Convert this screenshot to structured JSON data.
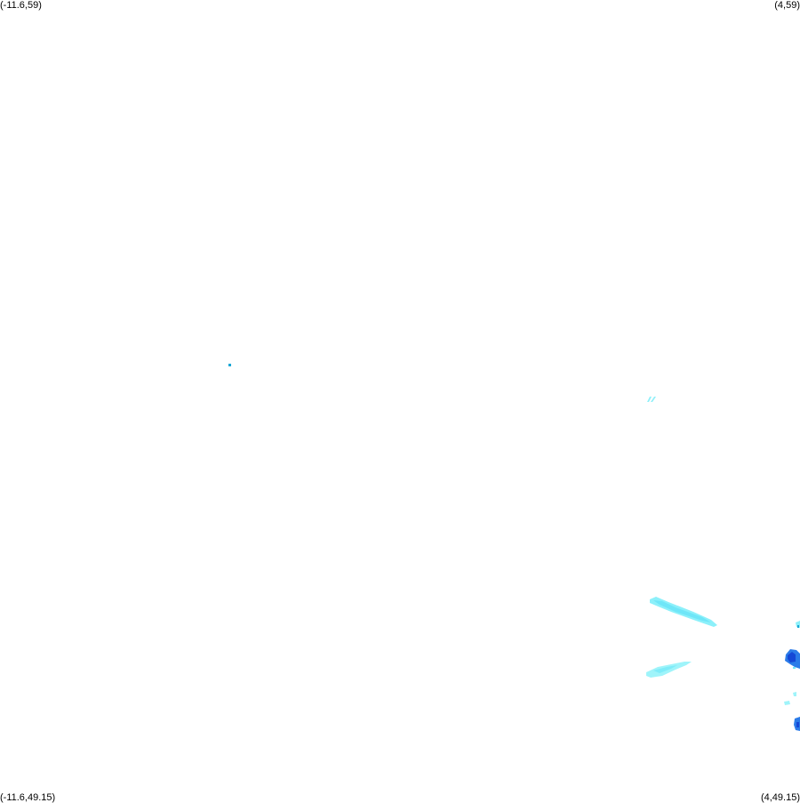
{
  "map": {
    "corners": {
      "top_left": "(-11.6,59)",
      "top_right": "(4,59)",
      "bottom_left": "(-11.6,49.15)",
      "bottom_right": "(4,49.15)"
    },
    "background": "#ffffff",
    "palette": {
      "light": "#9ff4fa",
      "medium": "#6fe6f8",
      "teal": "#1aa7d6",
      "blue": "#2b7be8",
      "dark_blue": "#1548d6"
    }
  }
}
